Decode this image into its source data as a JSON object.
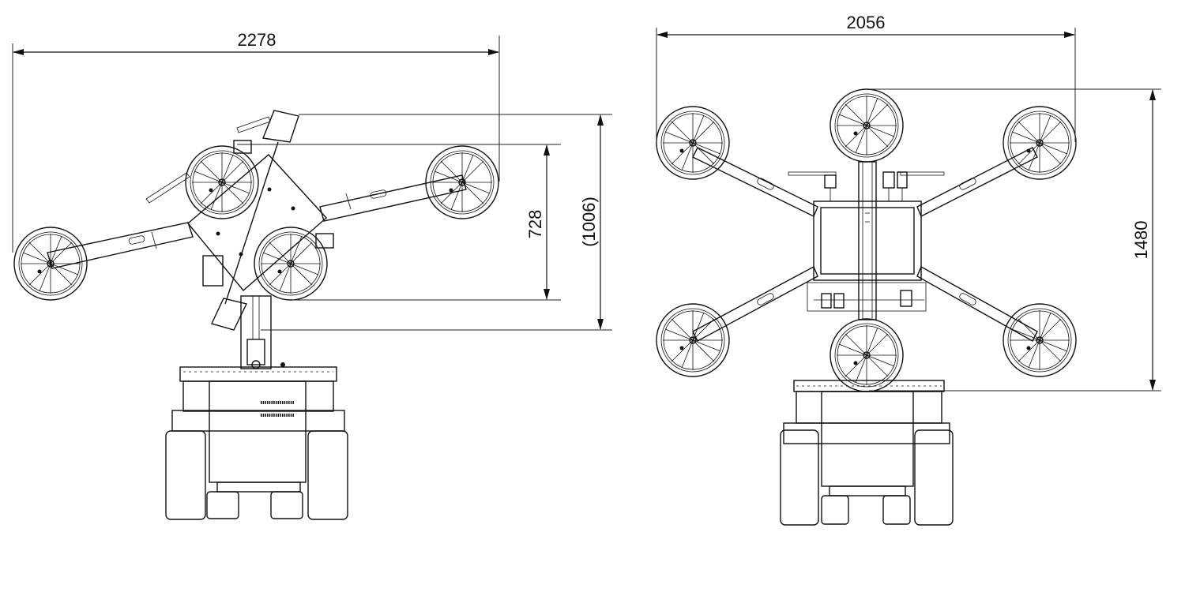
{
  "views": [
    {
      "id": "rotated-view",
      "dimensions": {
        "overall_width": "2278",
        "pad_span": "728",
        "reference_height": "(1006)"
      }
    },
    {
      "id": "straight-view",
      "dimensions": {
        "overall_width": "2056",
        "overall_height": "1480"
      }
    }
  ],
  "colors": {
    "line": "#111111",
    "background": "#ffffff"
  },
  "icons": [
    "suction-pad-icon",
    "arrow-icon"
  ]
}
